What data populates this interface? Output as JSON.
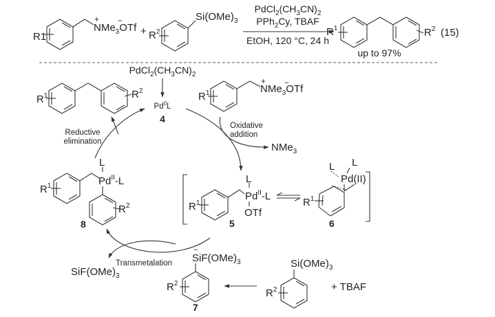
{
  "scheme": {
    "equation_number": "(15)",
    "top_reaction": {
      "reactant1": {
        "substituent": "R1",
        "group": "NMe3OTf",
        "charge_n": "+",
        "charge_o": "−"
      },
      "plus": "+",
      "reactant2": {
        "substituent": "R2",
        "group": "Si(OMe)3"
      },
      "conditions": [
        "PdCl2(CH3CN)2",
        "PPh2Cy, TBAF",
        "EtOH, 120 °C, 24 h"
      ],
      "product": {
        "substituent1": "R1",
        "substituent2": "R2",
        "yield": "up to 97%"
      }
    },
    "cycle": {
      "precatalyst": "PdCl2(CH3CN)2",
      "catalyst": {
        "label": "Pd0L",
        "number": "4"
      },
      "product": {
        "substituent1": "R1",
        "substituent2": "R2"
      },
      "substrate": {
        "substituent": "R1",
        "group": "NMe3OTf"
      },
      "steps": {
        "oxidative_addition": [
          "Oxidative",
          "addition"
        ],
        "reductive_elimination": [
          "Reductive",
          "elimination"
        ],
        "transmetalation": "Transmetalation"
      },
      "byproduct_oa": "NMe3",
      "byproduct_tm": "SiF(OMe)3",
      "intermediate5": {
        "number": "5",
        "substituent": "R1",
        "ligand_top": "L",
        "metal": "PdII-L",
        "ligand_bottom": "OTf"
      },
      "intermediate6": {
        "number": "6",
        "substituent": "R1",
        "metal": "Pd(II)",
        "ligands": [
          "L",
          "L"
        ]
      },
      "intermediate8": {
        "number": "8",
        "substituent1": "R1",
        "substituent2": "R2",
        "ligand_top": "L",
        "metal": "PdII-L"
      },
      "silicate7": {
        "number": "7",
        "substituent": "R2",
        "group": "SiF(OMe)3",
        "charge": "−"
      },
      "silane": {
        "substituent": "R2",
        "group": "Si(OMe)3"
      },
      "additive": "+ TBAF"
    }
  }
}
